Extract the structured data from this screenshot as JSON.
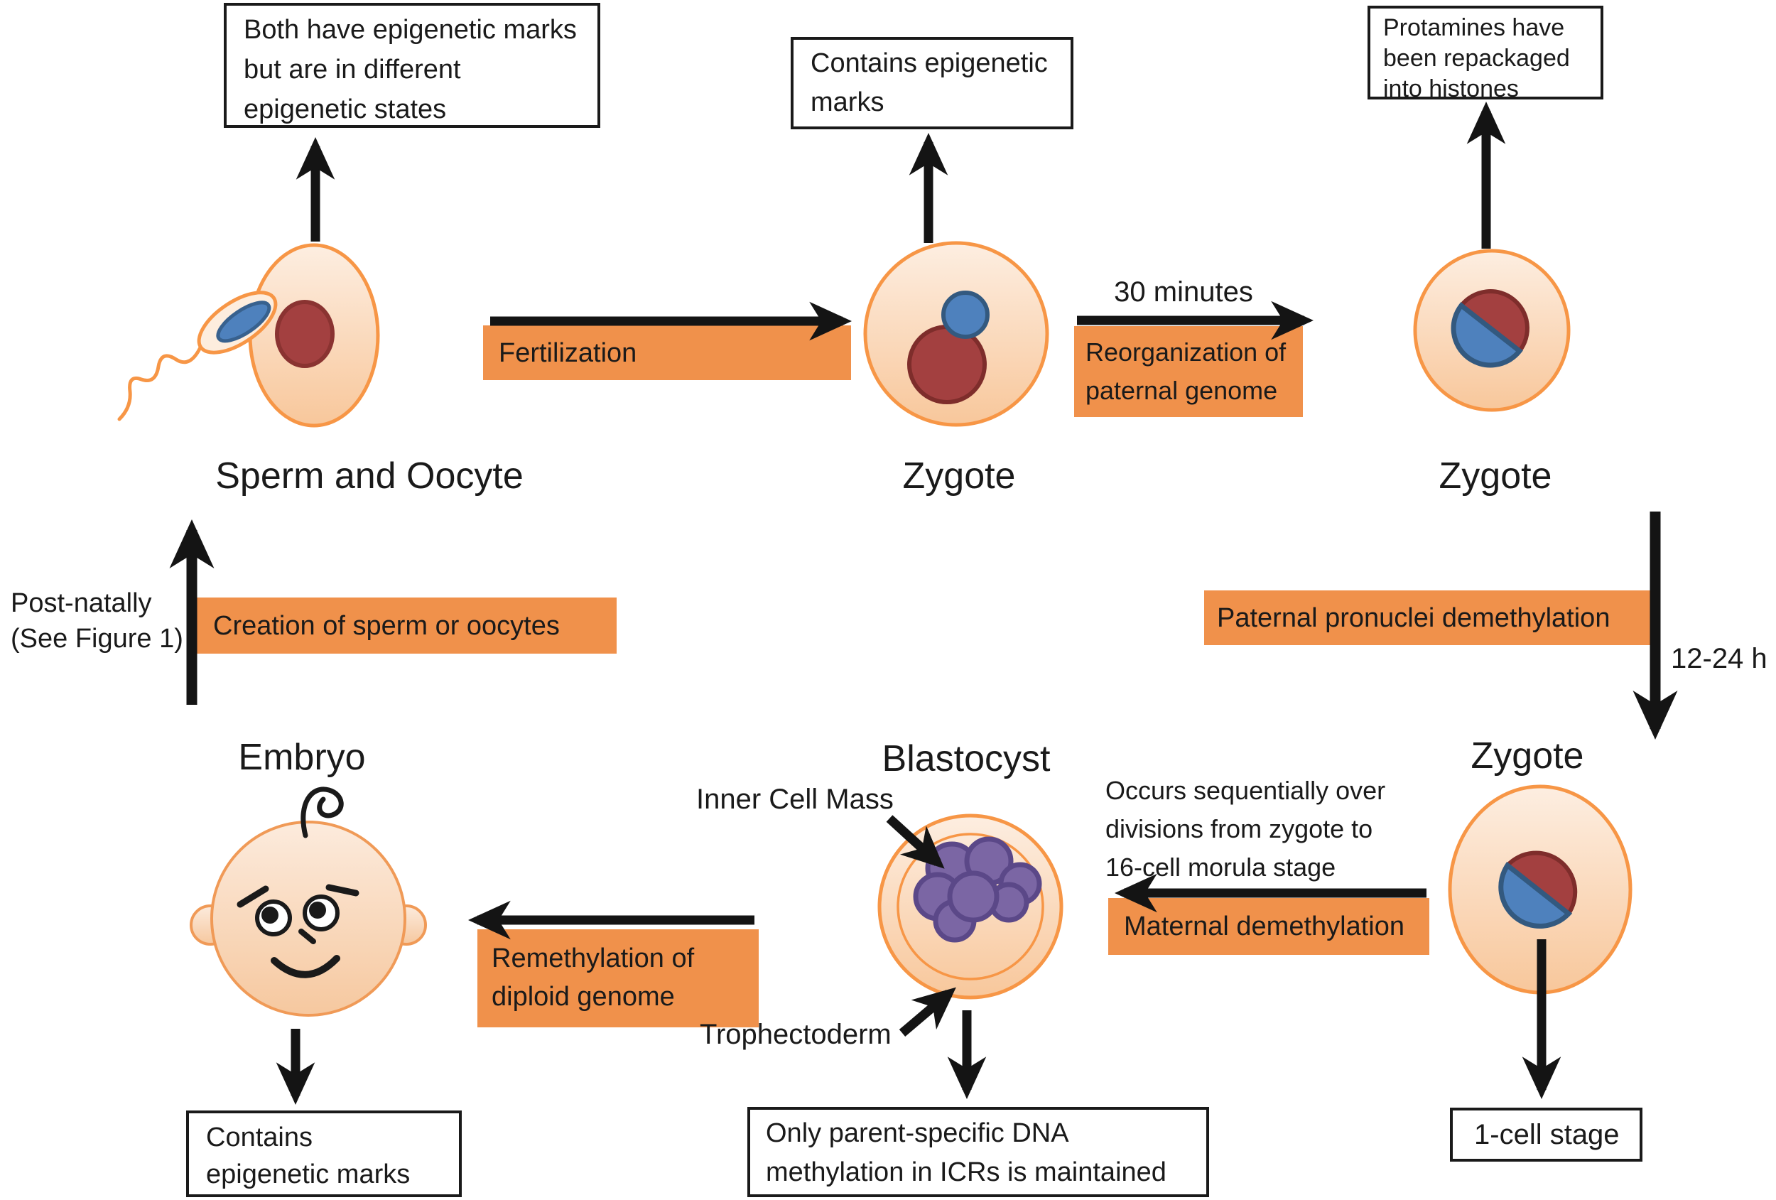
{
  "figure": {
    "description_labels": {
      "sperm_oocyte": "Sperm and Oocyte",
      "zygote_top_middle": "Zygote",
      "zygote_top_right": "Zygote",
      "zygote_bottom_right": "Zygote",
      "blastocyst": "Blastocyst",
      "embryo": "Embryo"
    },
    "boxes": {
      "both_marks": {
        "lines": [
          "Both have epigenetic marks",
          "but are in different",
          "epigenetic states"
        ]
      },
      "contains_top": {
        "lines": [
          "Contains epigenetic",
          "marks"
        ]
      },
      "protamines": {
        "lines": [
          "Protamines have",
          "been repackaged",
          "into histones"
        ]
      },
      "contains_bottom": {
        "lines": [
          "Contains",
          "epigenetic marks"
        ]
      },
      "only_parent": {
        "lines": [
          "Only parent-specific DNA",
          "methylation in ICRs is maintained"
        ]
      },
      "one_cell": {
        "label": "1-cell stage"
      }
    },
    "bars": {
      "fertilization": {
        "label": "Fertilization"
      },
      "reorganization": {
        "lines": [
          "Reorganization of",
          "paternal genome"
        ]
      },
      "creation": {
        "label": "Creation of sperm or oocytes"
      },
      "paternal": {
        "label": "Paternal pronuclei demethylation"
      },
      "maternal": {
        "label": "Maternal demethylation"
      },
      "remethylation": {
        "lines": [
          "Remethylation of",
          "diploid genome"
        ]
      }
    },
    "annotations": {
      "thirty_minutes": "30 minutes",
      "twelve_24_h": "12-24 h",
      "post_natally": {
        "lines": [
          "Post-natally",
          "(See Figure 1)"
        ]
      },
      "occurs": {
        "lines": [
          "Occurs sequentially over",
          "divisions from zygote to",
          "16-cell morula stage"
        ]
      },
      "inner_cell_mass": "Inner Cell Mass",
      "trophectoderm": "Trophectoderm"
    },
    "colors": {
      "accent_orange": "#F0914B",
      "cell_outline_orange": "#F79646",
      "nucleus_red": "#A34040",
      "nucleus_blue": "#4E81BD",
      "icm_purple": "#7B66A4",
      "arrow_black": "#141414"
    }
  }
}
